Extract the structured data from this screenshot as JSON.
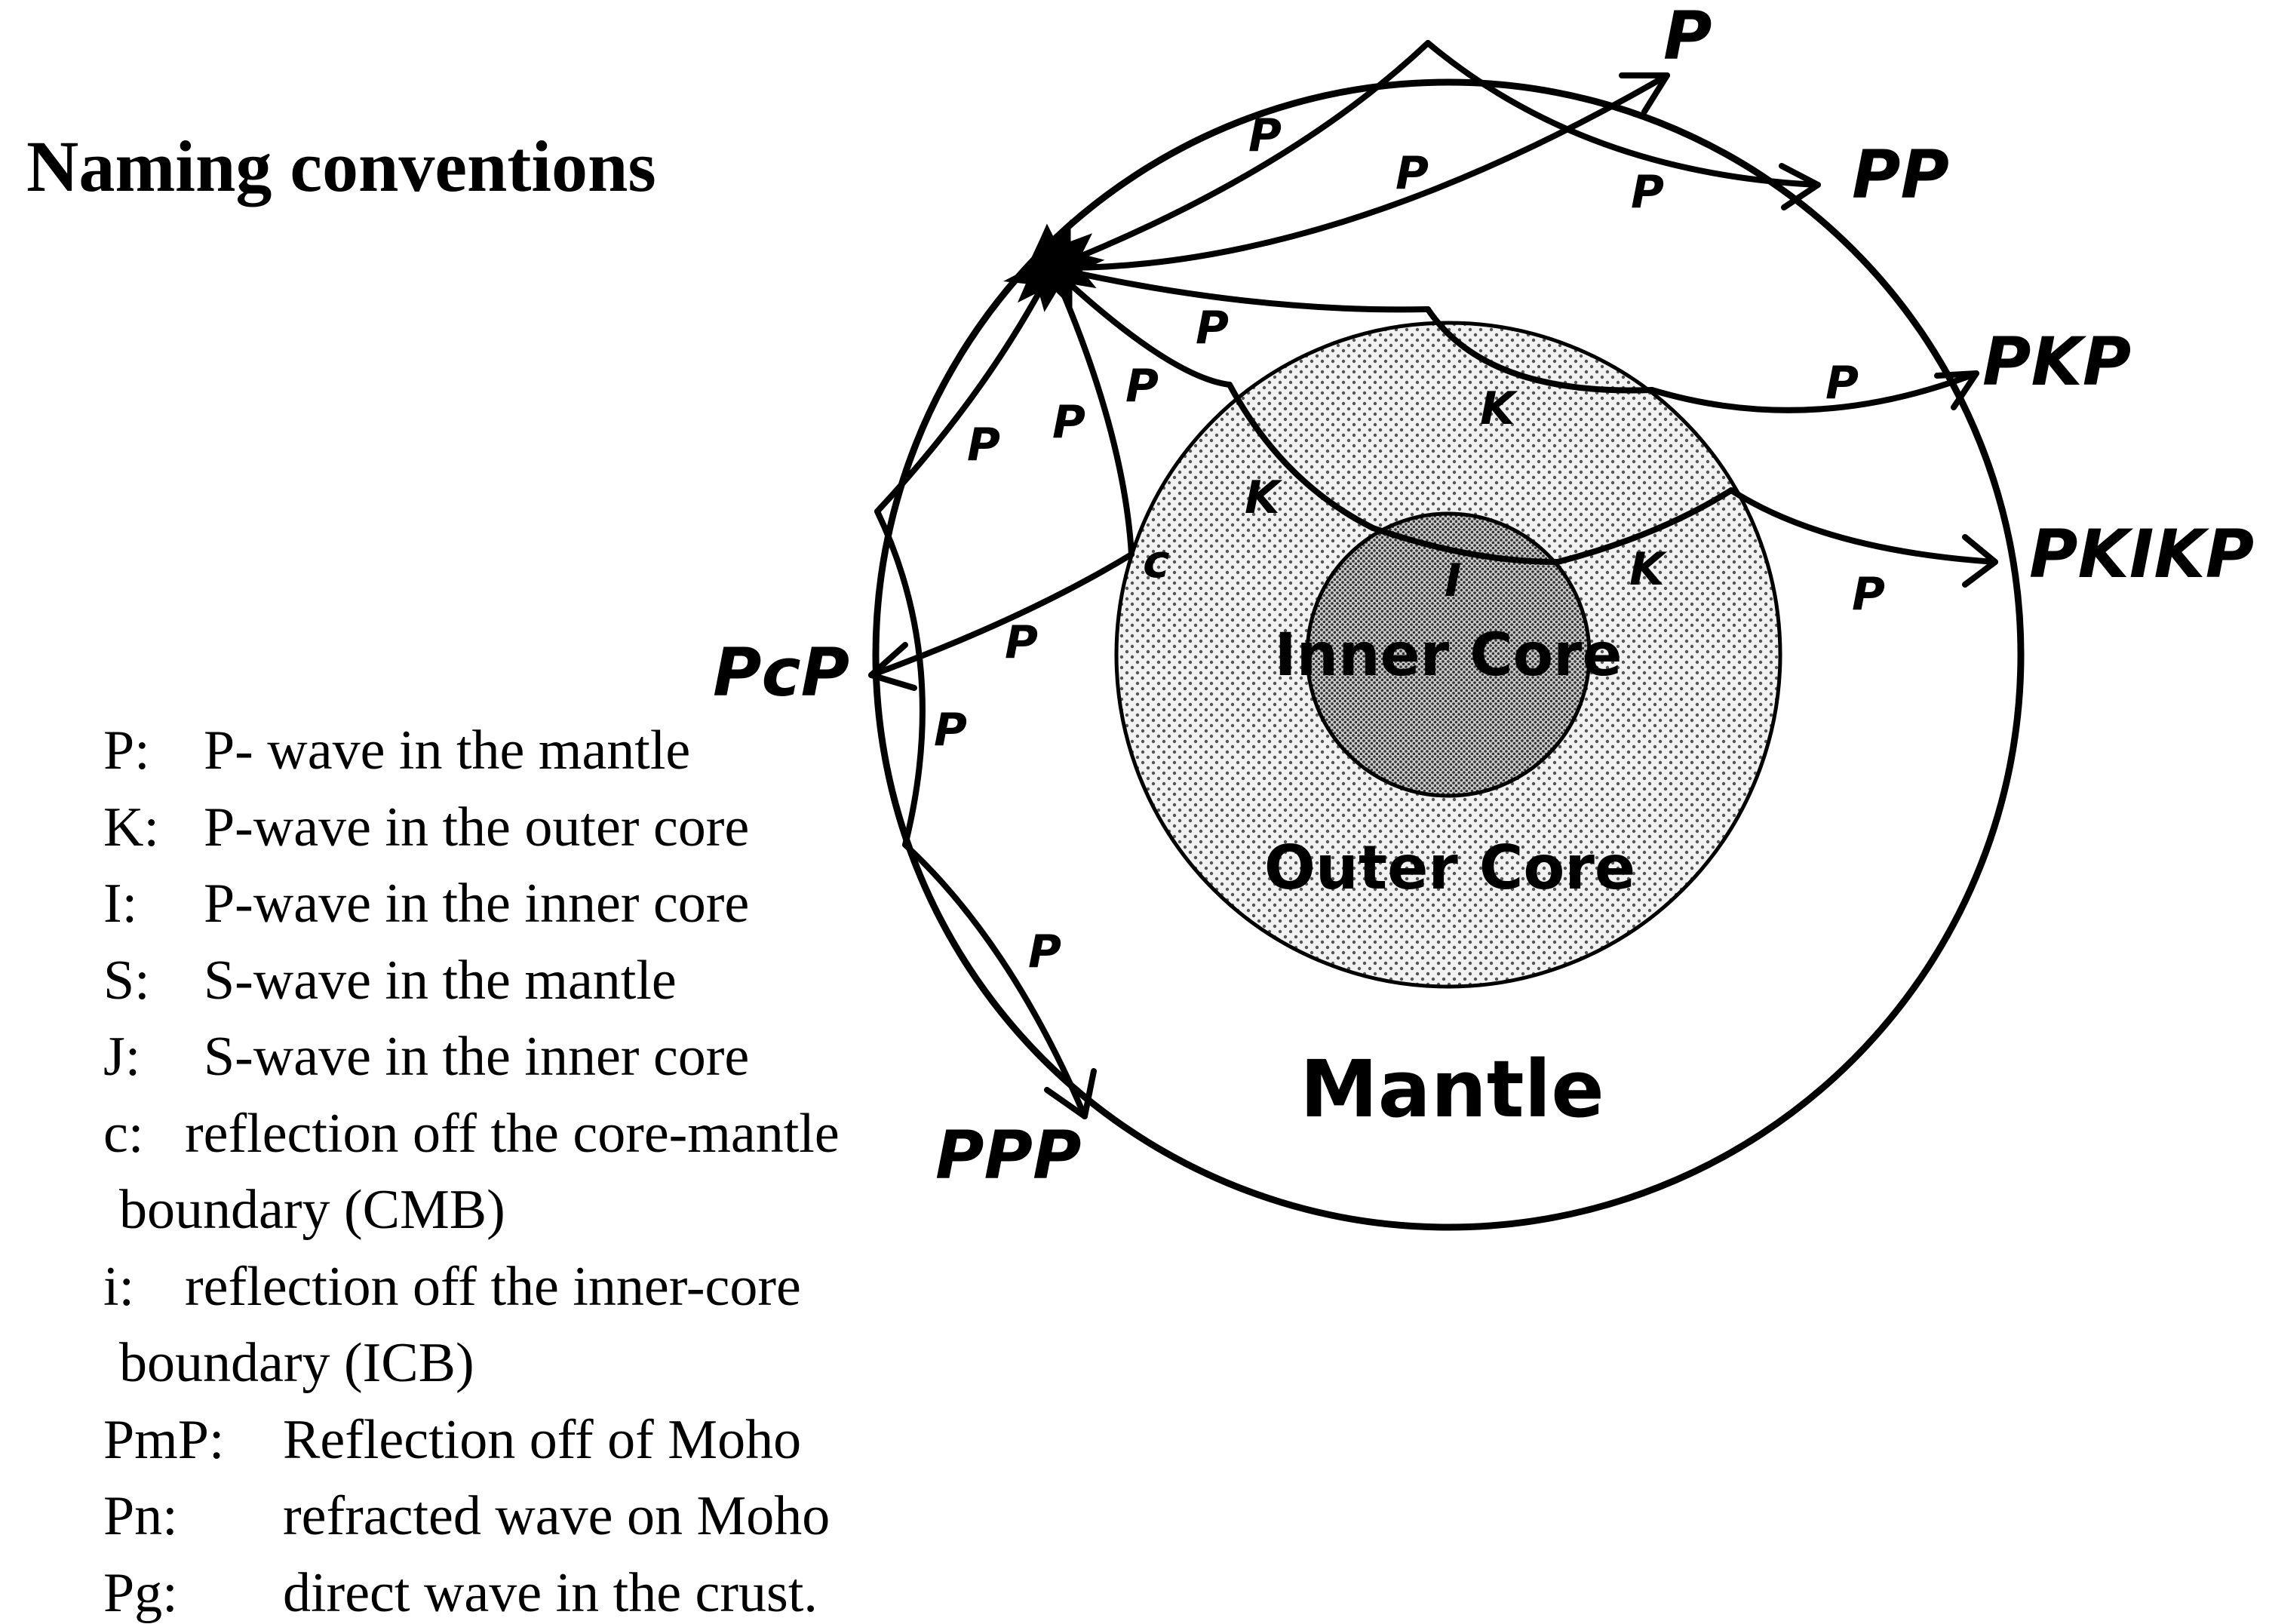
{
  "title": "Naming conventions",
  "legend": [
    {
      "symbol": "P:",
      "description": "P- wave in the mantle"
    },
    {
      "symbol": "K:",
      "description": "P-wave in the outer core"
    },
    {
      "symbol": "I:",
      "description": "P-wave in the inner core"
    },
    {
      "symbol": "S:",
      "description": "S-wave in the mantle"
    },
    {
      "symbol": "J:",
      "description": "S-wave in the inner core"
    },
    {
      "symbol": "c:",
      "description": "reflection off the core-mantle",
      "continuation": "boundary (CMB)"
    },
    {
      "symbol": "i:",
      "description": "reflection off the inner-core",
      "continuation": "boundary (ICB)"
    },
    {
      "symbol": "PmP:",
      "description": "Reflection off of Moho"
    },
    {
      "symbol": "Pn:",
      "description": "refracted wave on Moho"
    },
    {
      "symbol": "Pg:",
      "description": "direct wave in the crust."
    }
  ],
  "diagram": {
    "regions": {
      "inner_core": "Inner Core",
      "outer_core": "Outer Core",
      "mantle": "Mantle"
    },
    "phases": {
      "p": "P",
      "pp": "PP",
      "pkp": "PKP",
      "pkikp": "PKIKP",
      "pcp": "PcP",
      "ppp": "PPP"
    },
    "segment_labels": {
      "p": "P",
      "k": "K",
      "i": "I",
      "c": "c"
    },
    "colors": {
      "outer_core_fill": "#eeeeee",
      "inner_core_fill": "#b8b8b8",
      "stipple": "#555555"
    }
  }
}
